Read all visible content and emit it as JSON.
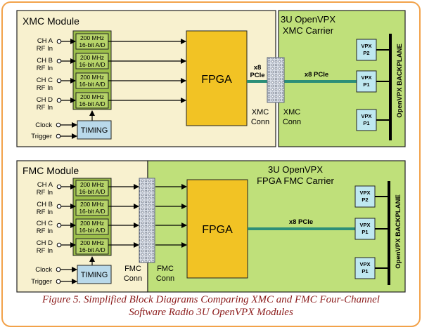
{
  "colors": {
    "border": "#f2a24a",
    "module_bg": "#f8f1cf",
    "carrier_bg": "#bfe07a",
    "adc_bg": "#b7d46a",
    "fpga_bg": "#f2c324",
    "timing_bg": "#b9d9ea",
    "vpx_bg": "#bfe8f0",
    "pcie_line": "#2c8f78",
    "caption": "#8b1a1a"
  },
  "xmc": {
    "module_title": "XMC Module",
    "carrier_title_1": "3U OpenVPX",
    "carrier_title_2": "XMC Carrier",
    "channels": [
      {
        "name": "CH A",
        "sub": "RF In"
      },
      {
        "name": "CH B",
        "sub": "RF In"
      },
      {
        "name": "CH C",
        "sub": "RF In"
      },
      {
        "name": "CH D",
        "sub": "RF In"
      }
    ],
    "adc_line1": "200 MHz",
    "adc_line2": "16-bit A/D",
    "fpga_label": "FPGA",
    "pcie_x8_top": "x8",
    "pcie_x8_bottom": "PCIe",
    "pcie_label": "x8 PCIe",
    "conn_left_1": "XMC",
    "conn_left_2": "Conn",
    "conn_right_1": "XMC",
    "conn_right_2": "Conn",
    "clock_label": "Clock",
    "trigger_label": "Trigger",
    "timing_label": "TIMING",
    "vpx_top": "VPX",
    "vpx_boxes": [
      "P2",
      "P1",
      "P1"
    ],
    "backplane": "OpenVPX BACKPLANE"
  },
  "fmc": {
    "module_title": "FMC Module",
    "carrier_title_1": "3U OpenVPX",
    "carrier_title_2": "FPGA FMC Carrier",
    "channels": [
      {
        "name": "CH A",
        "sub": "RF In"
      },
      {
        "name": "CH B",
        "sub": "RF In"
      },
      {
        "name": "CH C",
        "sub": "RF In"
      },
      {
        "name": "CH D",
        "sub": "RF In"
      }
    ],
    "adc_line1": "200 MHz",
    "adc_line2": "16-bit A/D",
    "fpga_label": "FPGA",
    "pcie_label": "x8 PCIe",
    "conn_left_1": "FMC",
    "conn_left_2": "Conn",
    "conn_right_1": "FMC",
    "conn_right_2": "Conn",
    "clock_label": "Clock",
    "trigger_label": "Trigger",
    "timing_label": "TIMING",
    "vpx_top": "VPX",
    "vpx_boxes": [
      "P2",
      "P1",
      "P1"
    ],
    "backplane": "OpenVPX BACKPLANE"
  },
  "caption_line1": "Figure 5. Simplified Block Diagrams Comparing XMC and FMC Four-Channel",
  "caption_line2": "Software Radio 3U OpenVPX Modules"
}
